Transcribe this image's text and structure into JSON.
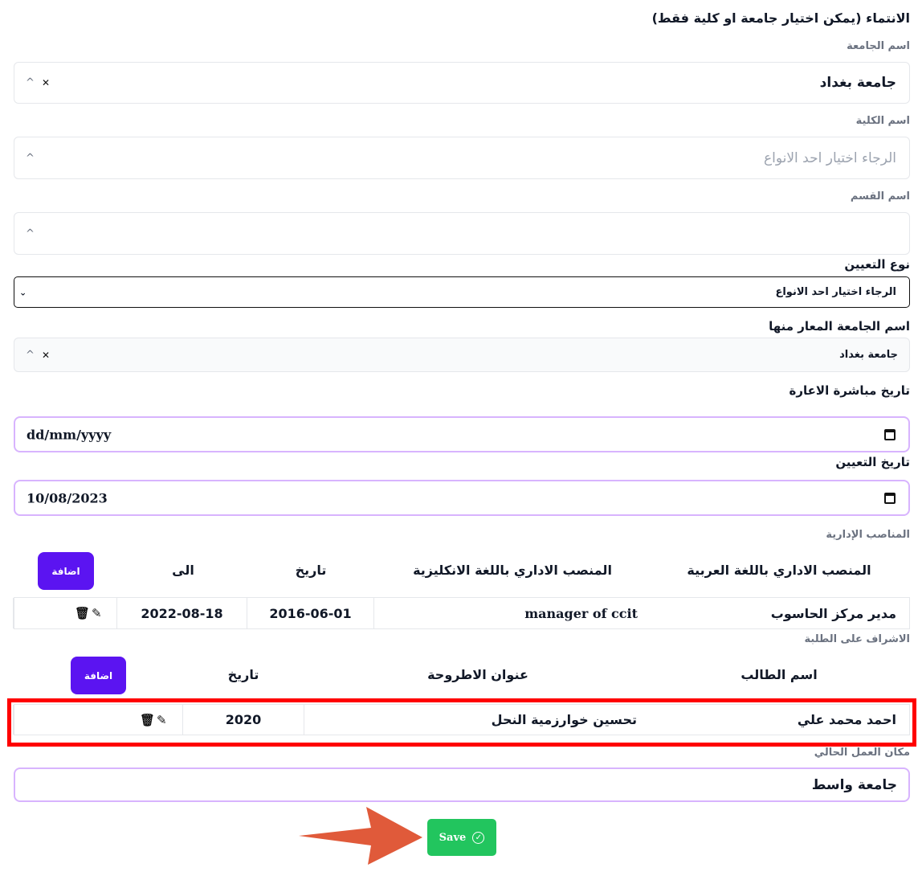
{
  "affiliation": {
    "title": "الانتماء (يمكن اختيار جامعة او كلية فقط)",
    "university_label": "اسم الجامعة",
    "university_value": "جامعة بغداد",
    "college_label": "اسم الكلية",
    "college_placeholder": "الرجاء اختيار احد الانواع",
    "department_label": "اسم القسم",
    "department_value": ""
  },
  "appointment": {
    "type_label": "نوع التعيين",
    "type_value": "الرجاء اختيار احد الانواع",
    "lending_university_label": "اسم الجامعة المعار منها",
    "lending_university_value": "جامعة بغداد",
    "secondment_date_label": "تاريخ مباشرة الاعارة",
    "secondment_date_value": "dd/mm/yyyy",
    "appointment_date_label": "تاريخ التعيين",
    "appointment_date_value": "10/08/2023"
  },
  "admin_positions": {
    "section_label": "المناصب الإدارية",
    "headers": {
      "arabic": "المنصب الاداري باللغة العربية",
      "english": "المنصب الاداري باللغة الانكليزية",
      "date": "تاريخ",
      "to": "الى"
    },
    "add_label": "اضافة",
    "rows": [
      {
        "arabic": "مدير مركز الحاسوب",
        "english": "manager of ccit",
        "date": "2016-06-01",
        "to": "2022-08-18"
      }
    ]
  },
  "supervision": {
    "section_label": "الاشراف على الطلبة",
    "headers": {
      "student": "اسم الطالب",
      "thesis": "عنوان الاطروحة",
      "date": "تاريخ"
    },
    "add_label": "اضافة",
    "rows": [
      {
        "student": "احمد محمد علي",
        "thesis": "تحسين خوارزمية النحل",
        "date": "2020"
      }
    ]
  },
  "workplace": {
    "label": "مكان العمل الحالي",
    "value": "جامعة واسط"
  },
  "save_label": "Save",
  "icons": {
    "caret": "caret-up-icon",
    "clear": "clear-x-icon",
    "calendar": "calendar-icon",
    "delete": "trash-icon",
    "edit": "edit-icon",
    "check": "check-circle-icon"
  },
  "colors": {
    "accent_purple": "#5b14f1",
    "save_green": "#22c55e",
    "highlight_red": "#ff0000",
    "arrow_orange": "#e05a3a",
    "input_border": "#d8b4fe"
  }
}
